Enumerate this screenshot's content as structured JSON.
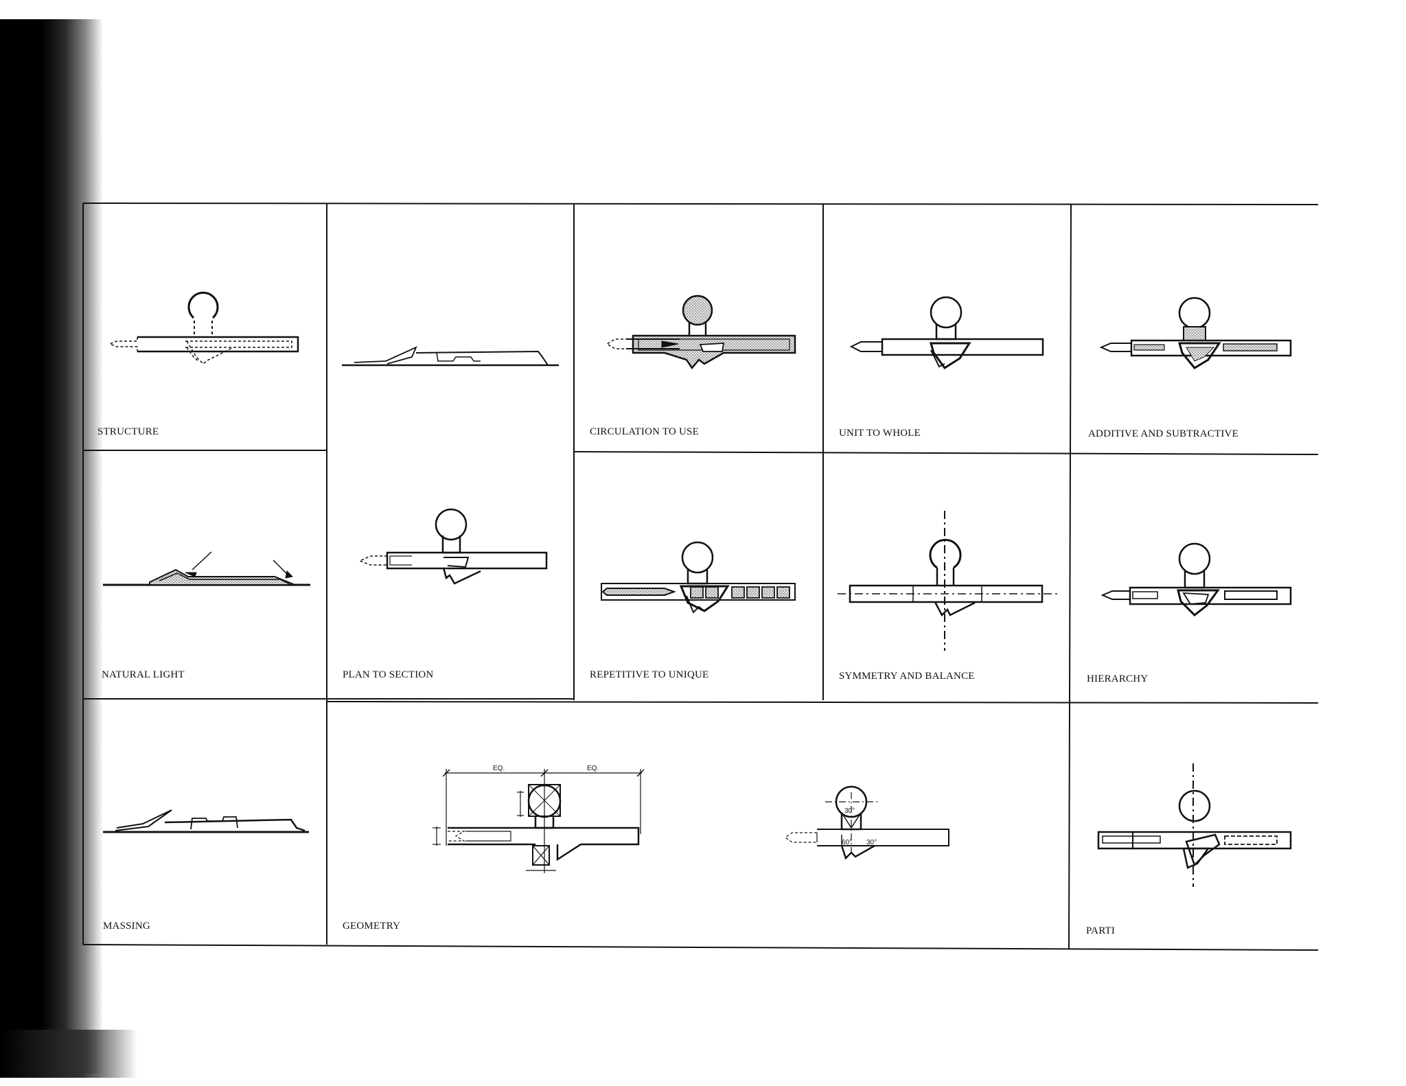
{
  "panels": {
    "structure": "STRUCTURE",
    "plan_to_section": "PLAN TO SECTION",
    "circulation_to_use": "CIRCULATION TO USE",
    "unit_to_whole": "UNIT TO WHOLE",
    "additive_and_subtractive": "ADDITIVE AND SUBTRACTIVE",
    "natural_light": "NATURAL LIGHT",
    "repetitive_to_unique": "REPETITIVE TO UNIQUE",
    "symmetry_and_balance": "SYMMETRY AND BALANCE",
    "hierarchy": "HIERARCHY",
    "massing": "MASSING",
    "geometry": "GEOMETRY",
    "parti": "PARTI"
  },
  "annotations": {
    "eq_left": "EQ.",
    "eq_right": "EQ.",
    "angle_30_top": "30°",
    "angle_60": "60°",
    "angle_30_bottom": "30°"
  }
}
